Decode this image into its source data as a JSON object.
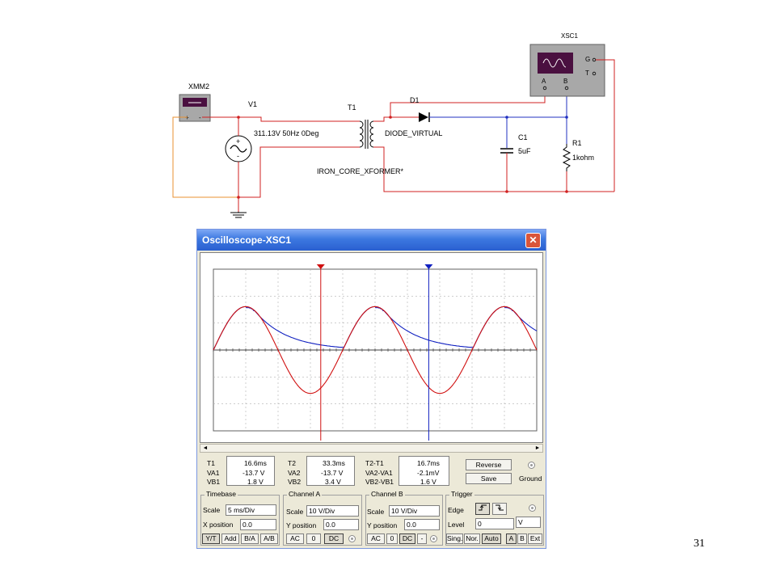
{
  "schematic": {
    "multimeter_label": "XMM2",
    "source_label": "V1",
    "source_value": "311.13V 50Hz 0Deg",
    "transformer_label": "T1",
    "transformer_type": "IRON_CORE_XFORMER*",
    "diode_label": "D1",
    "diode_type": "DIODE_VIRTUAL",
    "capacitor_label": "C1",
    "capacitor_value": "5uF",
    "resistor_label": "R1",
    "resistor_value": "1kohm",
    "scope_label": "XSC1",
    "scope_pin_a": "A",
    "scope_pin_b": "B",
    "scope_pin_g": "G",
    "scope_pin_t": "T"
  },
  "window": {
    "title": "Oscilloscope-XSC1",
    "close_glyph": "✕"
  },
  "measurements": {
    "t1": {
      "label": "T1",
      "time": "16.6ms",
      "va_label": "VA1",
      "va": "-13.7 V",
      "vb_label": "VB1",
      "vb": "1.8 V"
    },
    "t2": {
      "label": "T2",
      "time": "33.3ms",
      "va_label": "VA2",
      "va": "-13.7 V",
      "vb_label": "VB2",
      "vb": "3.4 V"
    },
    "delta": {
      "label": "T2-T1",
      "time": "16.7ms",
      "va_label": "VA2-VA1",
      "va": "-2.1mV",
      "vb_label": "VB2-VB1",
      "vb": "1.6 V"
    },
    "reverse": "Reverse",
    "save": "Save",
    "ground": "Ground"
  },
  "timebase": {
    "title": "Timebase",
    "scale_label": "Scale",
    "scale": "5 ms/Div",
    "xpos_label": "X position",
    "xpos": "0.0",
    "modes": [
      "Y/T",
      "Add",
      "B/A",
      "A/B"
    ]
  },
  "channel_a": {
    "title": "Channel A",
    "scale_label": "Scale",
    "scale": "10 V/Div",
    "ypos_label": "Y position",
    "ypos": "0.0",
    "coupling": [
      "AC",
      "0",
      "DC"
    ]
  },
  "channel_b": {
    "title": "Channel B",
    "scale_label": "Scale",
    "scale": "10 V/Div",
    "ypos_label": "Y position",
    "ypos": "0.0",
    "coupling": [
      "AC",
      "0",
      "DC",
      "-"
    ]
  },
  "trigger": {
    "title": "Trigger",
    "edge_label": "Edge",
    "level_label": "Level",
    "level": "0",
    "level_unit": "V",
    "modes": [
      "Sing.",
      "Nor.",
      "Auto"
    ],
    "sources": [
      "A",
      "B",
      "Ext"
    ]
  },
  "colors": {
    "channel_a": "#d01010",
    "channel_b": "#1020c0",
    "wire_red": "#d02020",
    "wire_blue": "#2030c0",
    "wire_orange": "#e89030"
  },
  "slide_number": "31"
}
